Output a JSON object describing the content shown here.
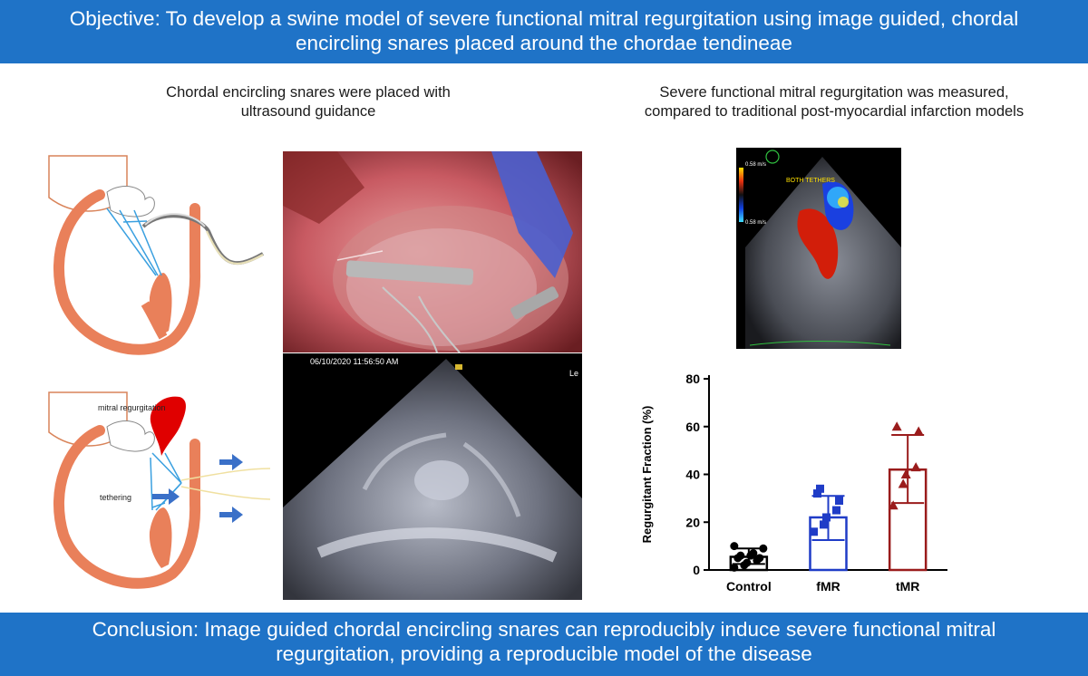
{
  "banner_top": {
    "line1": "Objective: To develop a swine model of severe functional mitral regurgitation using image guided, chordal",
    "line2": "encircling snares placed around the chordae tendineae"
  },
  "caption_left": {
    "line1": "Chordal encircling snares were placed with",
    "line2": "ultrasound guidance"
  },
  "caption_right": {
    "line1": "Severe functional mitral regurgitation was measured,",
    "line2": "compared to traditional post-myocardial infarction models"
  },
  "diagram_bottom": {
    "label_mr": "mitral regurgitation",
    "label_tethering": "tethering"
  },
  "ultrasound": {
    "timestamp": "06/10/2020 11:56:50 AM",
    "corner": "Le"
  },
  "echo_doppler": {
    "label": "BOTH TETHERS",
    "scale_top": "0.58 m/s",
    "scale_bottom": "0.58 m/s"
  },
  "chart_data": {
    "type": "bar",
    "categories": [
      "Control",
      "fMR",
      "tMR"
    ],
    "values": [
      5.5,
      22,
      42
    ],
    "error": [
      [
        2.5,
        9
      ],
      [
        12.5,
        31
      ],
      [
        28,
        56.5
      ]
    ],
    "points": [
      [
        1,
        2,
        3,
        4,
        5,
        5,
        6,
        6,
        7,
        9,
        10
      ],
      [
        16,
        19,
        22,
        25,
        29,
        32,
        34
      ],
      [
        27,
        36,
        40,
        43,
        58,
        60
      ]
    ],
    "colors": [
      "#000000",
      "#1f3cc7",
      "#9a1c1c"
    ],
    "ylabel": "Regurgitant Fraction (%)",
    "ylim": [
      0,
      80
    ],
    "yticks": [
      "0",
      "20",
      "40",
      "60",
      "80"
    ]
  },
  "banner_bottom": {
    "line1": "Conclusion: Image guided chordal encircling snares can reproducibly induce severe functional mitral",
    "line2": "regurgitation, providing a reproducible model of the disease"
  }
}
